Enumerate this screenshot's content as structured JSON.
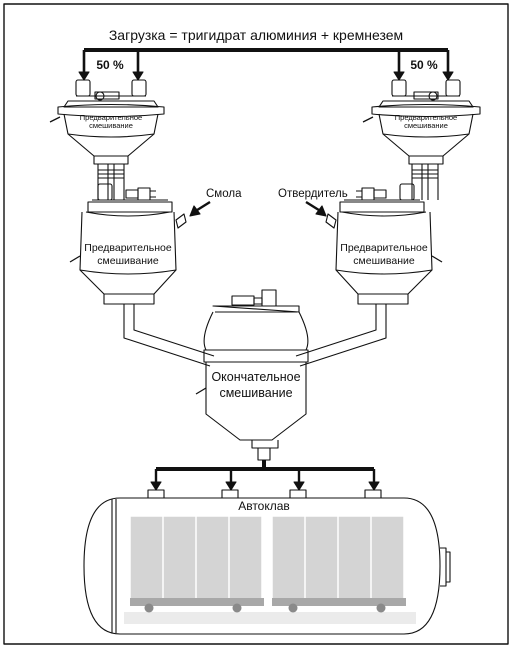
{
  "diagram": {
    "title": "Загрузка = тригидрат алюминия + кремнезем",
    "left_percent": "50 %",
    "right_percent": "50 %",
    "top_left_mixer": "Предварительное\nсмешивание",
    "top_right_mixer": "Предварительное\nсмешивание",
    "mid_left_mixer": "Предварительное\nсмешивание",
    "mid_right_mixer": "Предварительное\nсмешивание",
    "resin_label": "Смола",
    "hardener_label": "Отвердитель",
    "final_mixer": "Окончательное\nсмешивание",
    "autoclave_label": "Автоклав"
  },
  "colors": {
    "line": "#111111",
    "mold_fill": "#d4d4d4",
    "rail_fill": "#a8a8a8",
    "floor_fill": "#ebebeb"
  }
}
